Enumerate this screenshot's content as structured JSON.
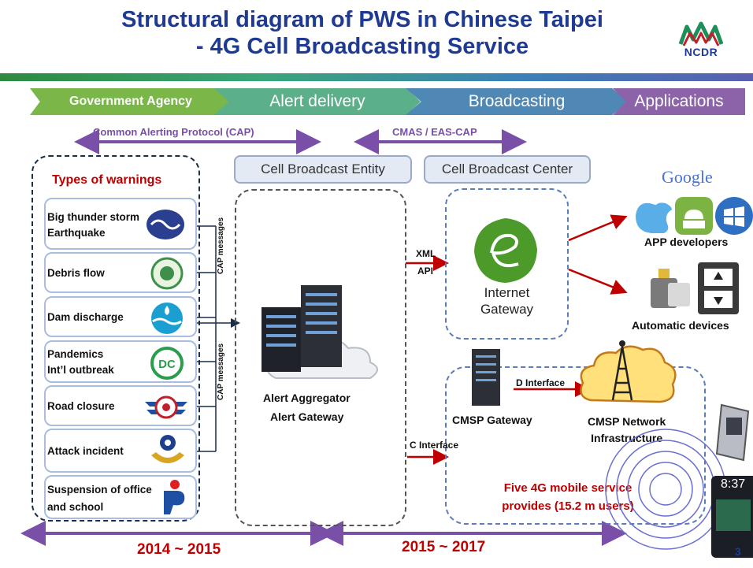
{
  "slide": {
    "title_line1": "Structural diagram of PWS in Chinese Taipei",
    "title_line2": "- 4G Cell Broadcasting Service",
    "logo_text": "NCDR",
    "page_number": "3"
  },
  "stages": [
    {
      "label": "Government Agency",
      "color": "#7ab648"
    },
    {
      "label": "Alert delivery",
      "color": "#5bb08a"
    },
    {
      "label": "Broadcasting",
      "color": "#4f87b5"
    },
    {
      "label": "Applications",
      "color": "#8c62a8"
    }
  ],
  "protocols": {
    "cap": "Common Alerting Protocol (CAP)",
    "cmas": "CMAS / EAS-CAP"
  },
  "entities": {
    "cbe": "Cell Broadcast Entity",
    "cbc": "Cell Broadcast Center"
  },
  "warnings": {
    "heading": "Types of warnings",
    "items": [
      {
        "line1": "Big thunder storm",
        "line2": "Earthquake"
      },
      {
        "line1": "Debris flow",
        "line2": ""
      },
      {
        "line1": "Dam discharge",
        "line2": ""
      },
      {
        "line1": "Pandemics",
        "line2": "Int’l outbreak"
      },
      {
        "line1": "Road closure",
        "line2": ""
      },
      {
        "line1": "Attack incident",
        "line2": ""
      },
      {
        "line1": "Suspension of office",
        "line2": "and school"
      }
    ],
    "cap_messages_1": "CAP messages",
    "cap_messages_2": "CAP messages"
  },
  "gateway": {
    "aggregator": "Alert Aggregator",
    "label": "Alert Gateway"
  },
  "interfaces": {
    "xml": "XML",
    "api": "API",
    "c": "C Interface",
    "d": "D Interface"
  },
  "internet": {
    "line1": "Internet",
    "line2": "Gateway"
  },
  "apps": {
    "google": "Google",
    "developers": "APP developers",
    "devices": "Automatic devices"
  },
  "cmsp": {
    "gateway": "CMSP Gateway",
    "network_line1": "CMSP Network",
    "network_line2": "Infrastructure",
    "providers_line1": "Five 4G mobile service",
    "providers_line2": "provides (15.2 m users)"
  },
  "phone": {
    "time": "8:37"
  },
  "timeline": {
    "period1": "2014 ~ 2015",
    "period2": "2015 ~ 2017"
  },
  "colors": {
    "title": "#1f3a93",
    "purple_arrow": "#7a4fa8",
    "red_arrow": "#c00000",
    "red_text": "#c00000",
    "dashed_blue": "#5b7db8"
  }
}
